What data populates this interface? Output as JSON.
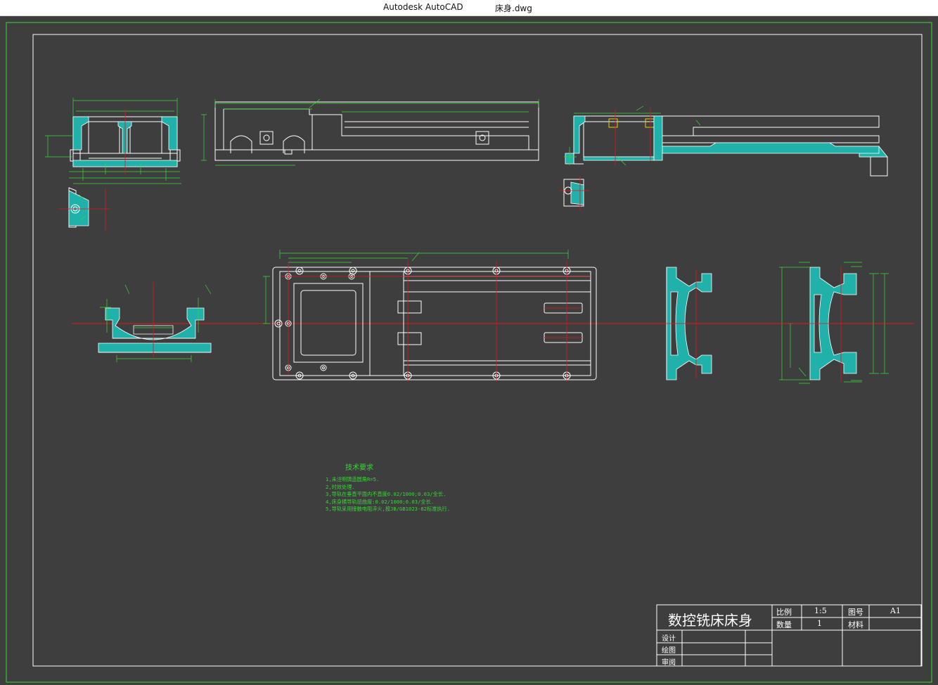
{
  "window": {
    "app_name": "Autodesk AutoCAD",
    "file_name": "床身.dwg"
  },
  "colors": {
    "background": "#3e3e3e",
    "border": "#39d839",
    "lines": "#ffffff",
    "hatch": "#20b2aa",
    "centerline": "#e01818",
    "dimension": "#39d839"
  },
  "tech_requirements": {
    "title": "技术要求",
    "items": [
      "1,未注明铸造圆角R=5.",
      "2,时效处理.",
      "3,导轨在垂直平面内不直度0.02/1000;0.03/全长.",
      "4,床身横导轨扭曲度:0.02/1000;0.03/全长.",
      "5,导轨采用接触电阻淬火,按JB/GB1023-82标准执行."
    ]
  },
  "title_block": {
    "drawing_title": "数控铣床床身",
    "scale_label": "比例",
    "scale_value": "1:5",
    "drawing_no_label": "图号",
    "drawing_no_value": "A1",
    "quantity_label": "数量",
    "quantity_value": "1",
    "material_label": "材料",
    "material_value": "",
    "design_label": "设计",
    "draw_label": "绘图",
    "review_label": "审阅"
  }
}
